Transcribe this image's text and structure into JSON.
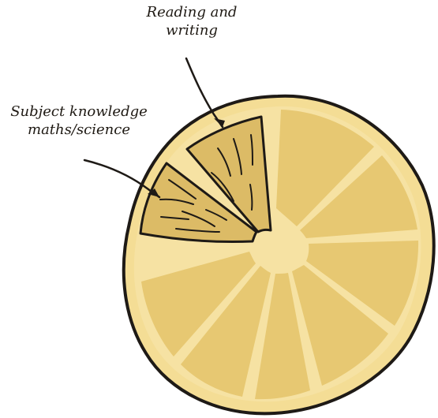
{
  "diagram": {
    "labels": {
      "reading_writing": {
        "line1": "Reading and",
        "line2": "writing"
      },
      "subject_knowledge": {
        "line1": "Subject knowledge",
        "line2": "maths/science"
      }
    },
    "colors": {
      "rind": "#f4dd95",
      "segment": "#e7c872",
      "pith": "#f6e2a3",
      "highlight_segment": "#dcbb66",
      "outline": "#1e1a16"
    },
    "icons": [
      "lemon-slice-icon",
      "arrow-icon"
    ]
  }
}
